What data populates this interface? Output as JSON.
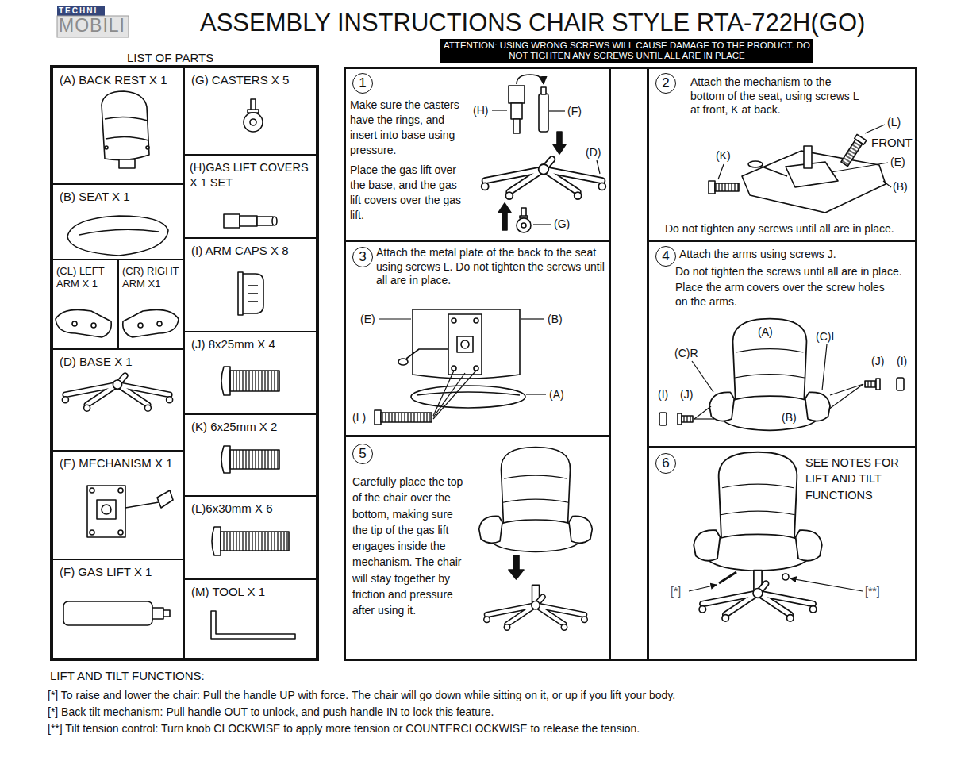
{
  "diagram": {
    "title": "ASSEMBLY INSTRUCTIONS CHAIR STYLE RTA-722H(GO)",
    "nodes": [
      {
        "text": [
          "LIST OF PARTS"
        ]
      },
      {
        "text": [
          "(A) BACK REST X 1"
        ],
        "in": 0
      },
      {
        "text": [
          "(B) SEAT X 1"
        ],
        "in": 0
      },
      {
        "text": [
          "(CL) LEFT ARM X 1"
        ],
        "in": 0
      },
      {
        "text": [
          "(CR) RIGHT ARM X1"
        ],
        "in": 0
      },
      {
        "text": [
          "(D) BASE X 1"
        ],
        "in": 0
      },
      {
        "text": [
          "(E) MECHANISM X 1"
        ],
        "in": 0
      },
      {
        "text": [
          "(F) GAS LIFT X 1"
        ],
        "in": 0
      },
      {
        "text": [
          "(G) CASTERS X 5"
        ],
        "in": 0
      },
      {
        "text": [
          "(H)GAS LIFT COVERS X 1 SET"
        ],
        "in": 0
      },
      {
        "text": [
          "(I) ARM CAPS X 8"
        ],
        "in": 0
      },
      {
        "text": [
          "(J) 8x25mm X 4"
        ],
        "in": 0
      },
      {
        "text": [
          "(K) 6x25mm X 2"
        ],
        "in": 0
      },
      {
        "text": [
          "(L)6x30mm X 6"
        ],
        "in": 0
      },
      {
        "text": [
          "(M) TOOL X 1"
        ],
        "in": 0
      },
      {
        "text": [
          "ATTENTION: USING WRONG SCREWS WILL CAUSE DAMAGE TO THE PRODUCT. DO NOT TIGHTEN ANY SCREWS UNTIL ALL ARE IN PLACE"
        ]
      },
      {
        "text": [
          "Make sure the casters have the rings, and insert into base using pressure.",
          "Place the gas lift over the base, and the gas lift covers over the gas lift."
        ]
      },
      {
        "text": [
          "1"
        ],
        "in": 16
      },
      {
        "text": [
          "Attach the mechanism to the bottom of the seat, using screws L at front, K at back.",
          "Do not tighten any screws until all are in place."
        ]
      },
      {
        "text": [
          "2"
        ],
        "in": 18
      },
      {
        "text": [
          "Attach the metal plate of the back to the seat using screws L. Do not tighten the screws until all are in place."
        ]
      },
      {
        "text": [
          "3"
        ],
        "in": 20
      },
      {
        "text": [
          "Attach the arms using screws J.",
          "Do not tighten the screws until all are in place.",
          "Place the arm covers over the screw holes on the arms."
        ]
      },
      {
        "text": [
          "4"
        ],
        "in": 22
      },
      {
        "text": [
          "Carefully place the top of the chair over the bottom, making sure the tip of the gas lift engages inside the mechanism. The chair will stay together by friction and pressure after using it."
        ]
      },
      {
        "text": [
          "5"
        ],
        "in": 24
      },
      {
        "text": [
          "SEE NOTES FOR LIFT AND TILT FUNCTIONS"
        ]
      },
      {
        "text": [
          "6"
        ],
        "in": 26
      }
    ],
    "labels": [
      "TECHNI",
      "MOBILI",
      "(H)",
      "(F)",
      "(D)",
      "(G)",
      "(L)",
      "FRONT",
      "(K)",
      "(E)",
      "(B)",
      "(E)",
      "(B)",
      "(A)",
      "(L)",
      "(A)",
      "(C)L",
      "(C)R",
      "(J)",
      "(I)",
      "(I)",
      "(J)",
      "(B)",
      "[*]",
      "[**]",
      "LIFT AND TILT FUNCTIONS:",
      "[*] To raise and lower the chair: Pull the handle UP with force. The chair will go down while sitting on it, or up if you lift your body.",
      "[*] Back tilt mechanism: Pull handle OUT to unlock, and push handle IN to lock this feature.",
      "[**] Tilt tension control: Turn knob CLOCKWISE to apply more tension or COUNTERCLOCKWISE to release the tension."
    ]
  }
}
